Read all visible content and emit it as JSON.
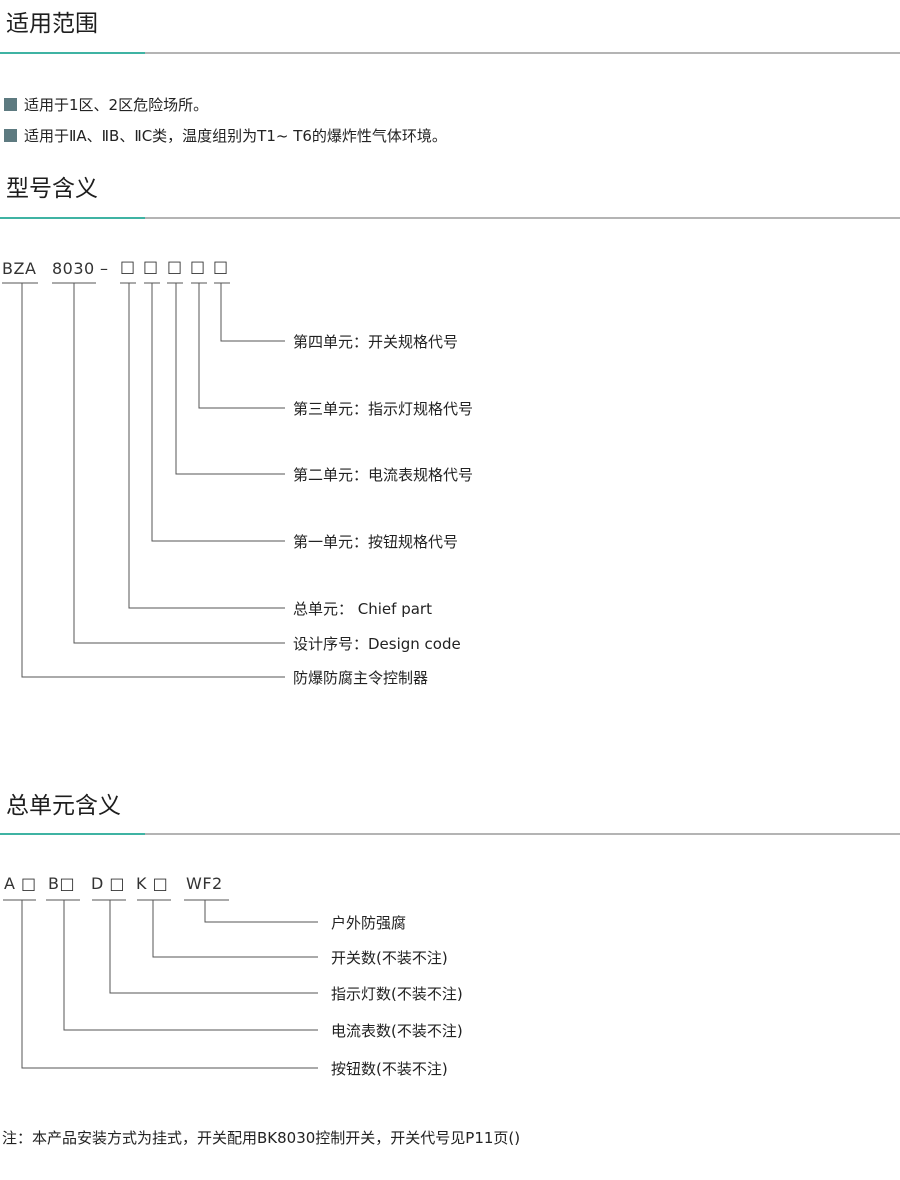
{
  "sections": [
    {
      "title": "适用范围"
    },
    {
      "title": "型号含义"
    },
    {
      "title": "总单元含义"
    }
  ],
  "scope": {
    "bullets": [
      "适用于1区、2区危险场所。",
      "适用于ⅡA、ⅡB、ⅡC类，温度组别为T1~ T6的爆炸性气体环境。"
    ]
  },
  "model": {
    "code_parts": [
      "BZA",
      "8030",
      "–",
      "□",
      "□",
      "□",
      "□",
      "□"
    ],
    "labels": [
      "第四单元：开关规格代号",
      "第三单元：指示灯规格代号",
      "第二单元：电流表规格代号",
      "第一单元：按钮规格代号",
      "总单元： Chief part",
      "设计序号：Design code",
      "防爆防腐主令控制器"
    ]
  },
  "general_unit": {
    "code_parts": [
      "A □",
      "B□",
      "D □",
      "K □",
      "WF2"
    ],
    "labels": [
      "户外防强腐",
      "开关数(不装不注)",
      "指示灯数(不装不注)",
      "电流表数(不装不注)",
      "按钮数(不装不注)"
    ]
  },
  "note": "注：本产品安装方式为挂式，开关配用BK8030控制开关，开关代号见P11页()",
  "colors": {
    "accent": "#3fb3a3",
    "rule": "#b4b4b4",
    "bullet": "#5d7a80"
  }
}
